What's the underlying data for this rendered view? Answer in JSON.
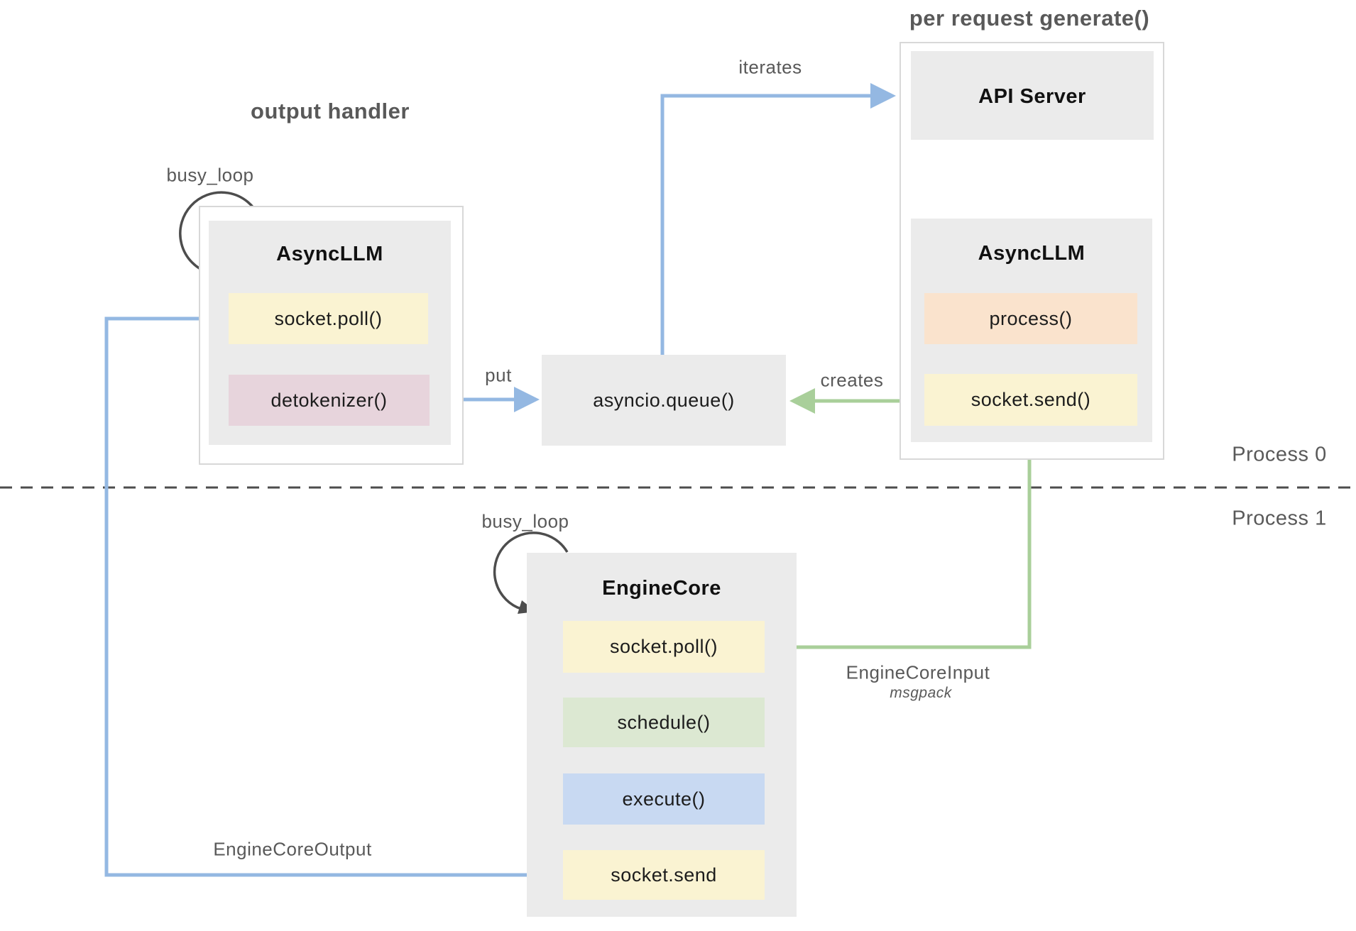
{
  "colors": {
    "blue_arrow": "#94b8e2",
    "green_arrow": "#a9cf9a",
    "dark_arrow": "#4d4d4d",
    "label_gray": "#595959",
    "box_gray": "#ebebeb",
    "outer_border": "#d8d8d8",
    "yellow_box": "#faf3d2",
    "pink_box": "#e7d4dc",
    "peach_box": "#fae3cd",
    "green_box": "#dce8d2",
    "blue_box": "#c8d9f2",
    "text_dark": "#1c1c1c"
  },
  "titles": {
    "output_handler": "output handler",
    "per_request": "per request generate()"
  },
  "process_rows": {
    "p0": "Process 0",
    "p1": "Process 1"
  },
  "nodes": {
    "left_asyncllm": {
      "title": "AsyncLLM",
      "socket_poll": "socket.poll()",
      "detokenizer": "detokenizer()"
    },
    "api_server": {
      "title": "API Server"
    },
    "right_asyncllm": {
      "title": "AsyncLLM",
      "process": "process()",
      "socket_send": "socket.send()"
    },
    "queue": {
      "title": "asyncio.queue()"
    },
    "engine_core": {
      "title": "EngineCore",
      "socket_poll": "socket.poll()",
      "schedule": "schedule()",
      "execute": "execute()",
      "socket_send": "socket.send"
    }
  },
  "edges": {
    "busy_loop_left": "busy_loop",
    "busy_loop_bottom": "busy_loop",
    "iterates": "iterates",
    "put": "put",
    "creates": "creates",
    "engine_core_input": "EngineCoreInput",
    "engine_core_input_format": "msgpack",
    "engine_core_output": "EngineCoreOutput"
  }
}
